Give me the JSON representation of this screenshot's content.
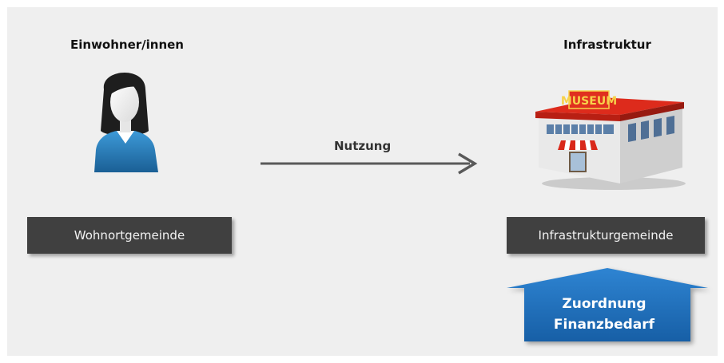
{
  "left": {
    "title": "Einwohner/innen",
    "box_label": "Wohnortgemeinde",
    "icon": "person-icon"
  },
  "right": {
    "title": "Infrastruktur",
    "box_label": "Infrastrukturgemeinde",
    "icon": "museum-building-icon",
    "sign_text": "MUSEUM"
  },
  "arrow": {
    "label": "Nutzung"
  },
  "allocation": {
    "line1": "Zuordnung",
    "line2": "Finanzbedarf"
  },
  "colors": {
    "background": "#efefef",
    "box": "#404040",
    "arrow": "#595959",
    "allocation_blue": "#1f73c2"
  }
}
